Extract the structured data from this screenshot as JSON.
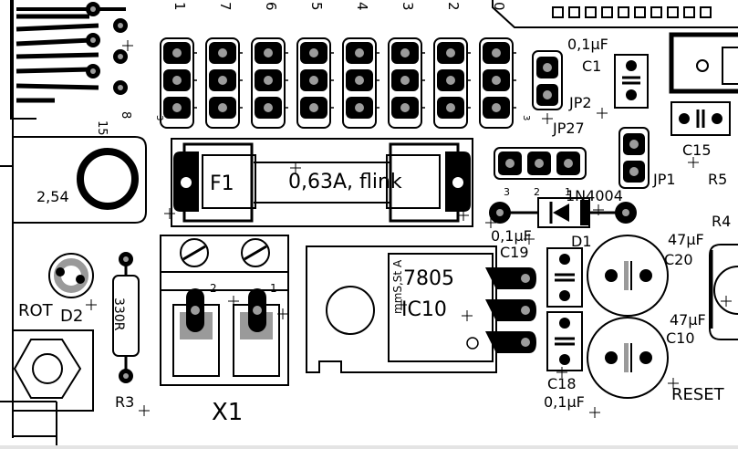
{
  "viewer": {
    "background": "#e4e4e4",
    "board_color": "#ffffff",
    "ink_color": "#000000",
    "pad_color": "#000000",
    "drill_color": "#9c9c9c",
    "copper_color": "#9a9a9a"
  },
  "board": {
    "jumper_numbers_top": [
      "0",
      "2",
      "3",
      "4",
      "5",
      "6",
      "7",
      "1"
    ],
    "connector_pins_left": [
      "8",
      "15"
    ],
    "jumper_pin_digit": "3",
    "jp2_label": "JP2",
    "c1_label": "C1",
    "c1_value": "0,1µF",
    "jp27_label": "JP27",
    "jp27_pins": [
      "3",
      "2",
      "1"
    ],
    "c15_label": "C15",
    "jp1_label": "JP1",
    "r_right_top": "R5",
    "r_right_mid": "R4",
    "hole_label": "2,54",
    "fuse_label": "F1",
    "fuse_value": "0,63A, flink",
    "d1_part": "1N4004",
    "d1_label": "D1",
    "c19_value": "0,1µF",
    "c19_label": "C19",
    "c20_value": "47µF",
    "c20_label": "C20",
    "c10_value": "47µF",
    "c10_label": "C10",
    "reset_label": "RESET",
    "c18_label": "C18",
    "c18_value": "0,1µF",
    "regulator_part": "7805",
    "regulator_label": "IC10",
    "heatsink_label": "mmS,St A",
    "terminal_label": "X1",
    "terminal_pins": [
      "2",
      "1"
    ],
    "ldr_label": "ROT",
    "diode_d2_label": "D2",
    "r3_label": "R3",
    "r3_value": "330R"
  }
}
